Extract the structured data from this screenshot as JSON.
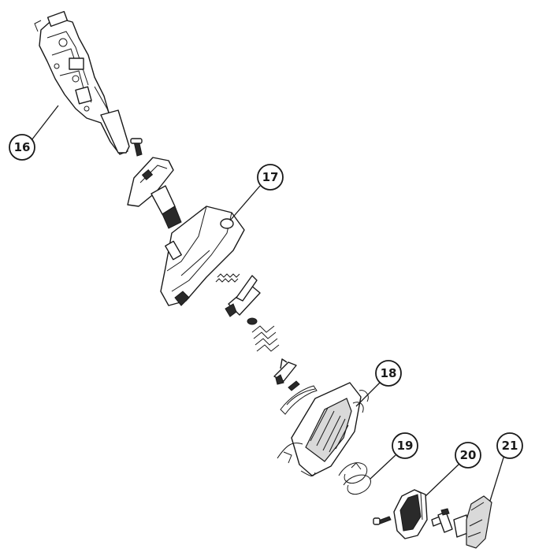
{
  "callouts": [
    {
      "id": "c16",
      "label": "16"
    },
    {
      "id": "c17",
      "label": "17"
    },
    {
      "id": "c18",
      "label": "18"
    },
    {
      "id": "c19",
      "label": "19"
    },
    {
      "id": "c20",
      "label": "20"
    },
    {
      "id": "c21",
      "label": "21"
    }
  ]
}
